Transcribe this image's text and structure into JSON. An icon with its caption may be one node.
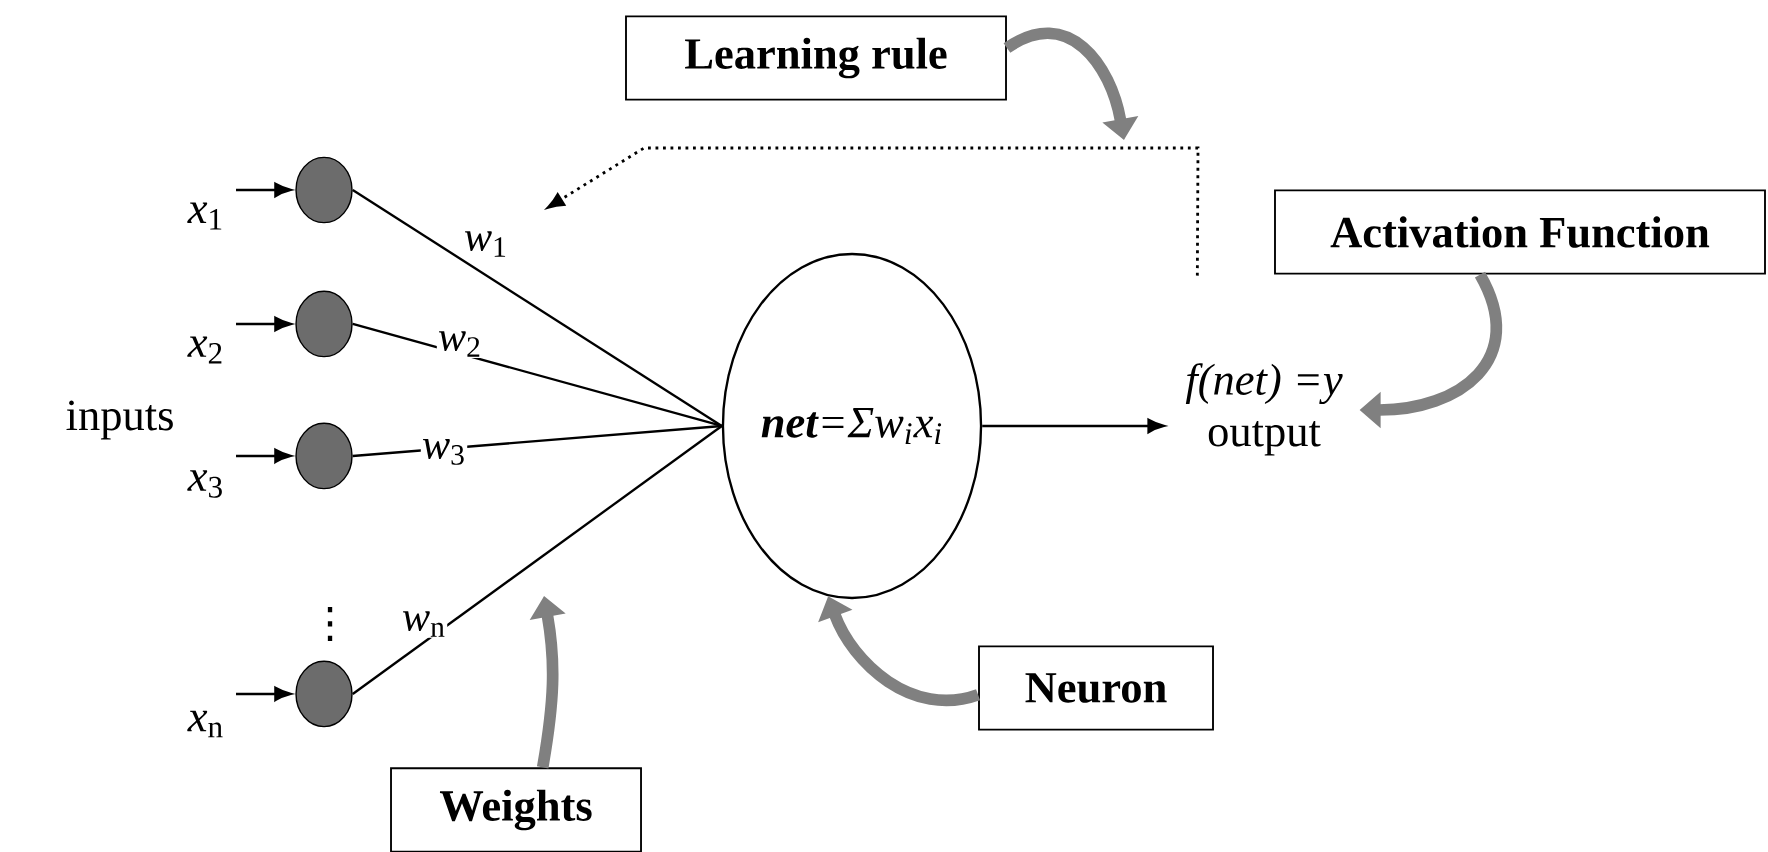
{
  "diagram": {
    "nodes": [
      {
        "text": [
          "Learning rule"
        ]
      },
      {
        "text": [
          "Activation Function"
        ]
      },
      {
        "text": [],
        "shape": "circle",
        "beside": [
          "*x*$_{1}$"
        ]
      },
      {
        "text": [],
        "shape": "circle",
        "beside": [
          "*x*$_{2}$"
        ]
      },
      {
        "text": [],
        "shape": "circle",
        "beside": [
          "*x*$_{3}$"
        ]
      },
      {
        "text": [],
        "shape": "circle",
        "beside": [
          "*x*$_{n}$"
        ]
      },
      {
        "text": [
          "**net**=Σw$_{i}$x$_{i}$"
        ]
      },
      {
        "text": [
          "f(net) =y",
          "output"
        ]
      },
      {
        "text": [
          "Neuron"
        ]
      },
      {
        "text": [
          "Weights"
        ]
      }
    ],
    "edges": [
      {
        "from": null,
        "to": 2,
        "arrow": "to"
      },
      {
        "from": null,
        "to": 3,
        "arrow": "to"
      },
      {
        "from": null,
        "to": 4,
        "arrow": "to"
      },
      {
        "from": null,
        "to": 5,
        "arrow": "to"
      },
      {
        "from": 2,
        "to": 6,
        "arrow": "none",
        "label": "*w*$_{1}$"
      },
      {
        "from": 3,
        "to": 6,
        "arrow": "none",
        "label": "*w*$_{2}$"
      },
      {
        "from": 4,
        "to": 6,
        "arrow": "none",
        "label": "*w*$_{3}$"
      },
      {
        "from": 5,
        "to": 6,
        "arrow": "none",
        "label": "*w*$_{n}$"
      },
      {
        "from": 6,
        "to": 7,
        "arrow": "to"
      },
      {
        "from": 7,
        "to": null,
        "arrow": "to",
        "style": "dashed"
      },
      {
        "from": 0,
        "to": null,
        "arrow": "to",
        "style": "thick",
        "color": "#808080"
      },
      {
        "from": 1,
        "to": 7,
        "arrow": "to",
        "style": "thick",
        "color": "#808080"
      },
      {
        "from": 8,
        "to": 6,
        "arrow": "to",
        "style": "thick",
        "color": "#808080"
      },
      {
        "from": 9,
        "to": null,
        "arrow": "to",
        "style": "thick",
        "color": "#808080"
      }
    ],
    "labels": [
      "inputs",
      "⋮"
    ]
  }
}
